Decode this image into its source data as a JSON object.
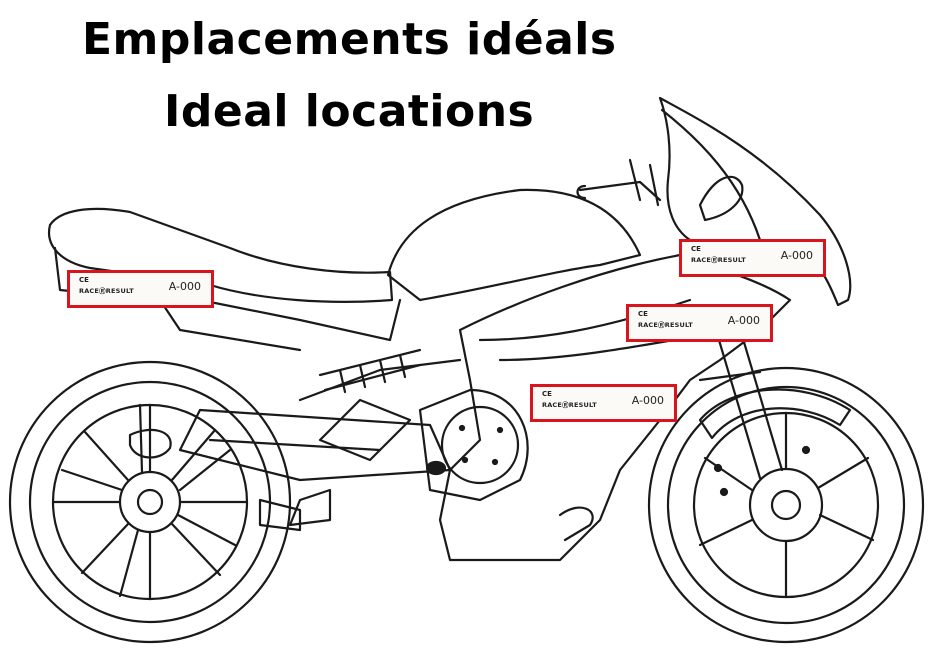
{
  "title_fr": "Emplacements idéals",
  "title_en": "Ideal locations",
  "tags": [
    {
      "ce": "CE",
      "brand": "RACEⓇRESULT",
      "number": "A-000"
    },
    {
      "ce": "CE",
      "brand": "RACEⓇRESULT",
      "number": "A-000"
    },
    {
      "ce": "CE",
      "brand": "RACEⓇRESULT",
      "number": "A-000"
    },
    {
      "ce": "CE",
      "brand": "RACEⓇRESULT",
      "number": "A-000"
    }
  ],
  "colors": {
    "tag_border": "#d8141c",
    "line": "#1a1a1a"
  }
}
